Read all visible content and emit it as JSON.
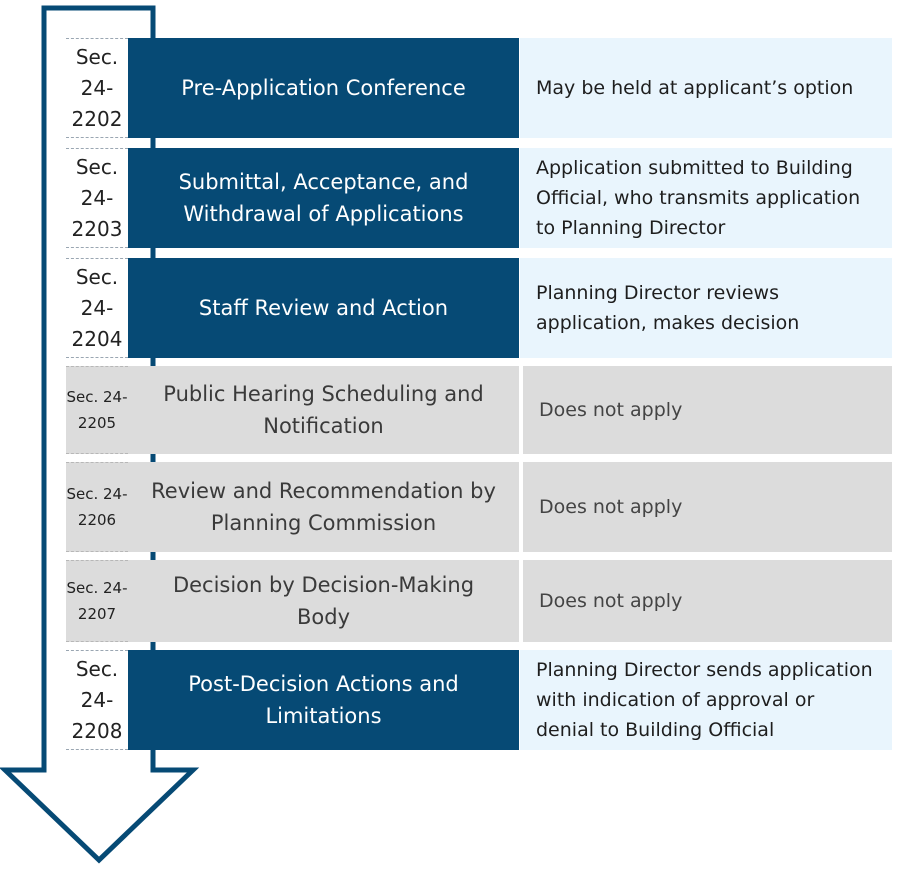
{
  "colors": {
    "active_step": "#064a75",
    "active_note": "#e9f5fd",
    "inactive": "#dcdcdc",
    "arrow_outline": "#064a75"
  },
  "steps": [
    {
      "section": "Sec. 24-2202",
      "title": "Pre-Application Conference",
      "note": "May be held at applicant’s option",
      "active": true
    },
    {
      "section": "Sec. 24-2203",
      "title": "Submittal, Acceptance, and Withdrawal of Applications",
      "note": "Application submitted to Building Official, who transmits application to Planning Director",
      "active": true
    },
    {
      "section": "Sec. 24-2204",
      "title": "Staff Review and Action",
      "note": "Planning Director reviews application, makes decision",
      "active": true
    },
    {
      "section": "Sec. 24-2205",
      "title": "Public Hearing Scheduling and Notification",
      "note": "Does not apply",
      "active": false
    },
    {
      "section": "Sec. 24-2206",
      "title": "Review and Recommendation by Planning Commission",
      "note": "Does not apply",
      "active": false
    },
    {
      "section": "Sec. 24-2207",
      "title": "Decision by Decision-Making Body",
      "note": "Does not apply",
      "active": false
    },
    {
      "section": "Sec. 24-2208",
      "title": "Post-Decision Actions and Limitations",
      "note": "Planning Director sends application with indication of approval or denial to Building Official",
      "active": true
    }
  ]
}
